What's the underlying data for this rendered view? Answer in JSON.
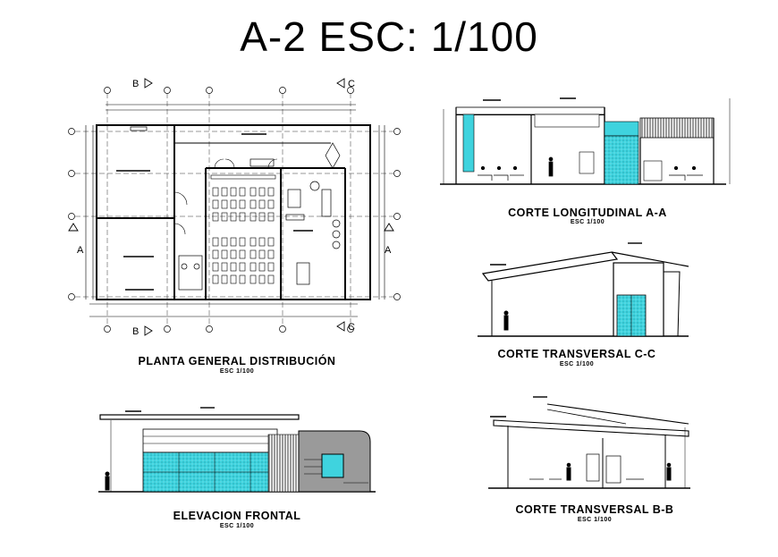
{
  "sheet": {
    "title": "A-2 ESC: 1/100"
  },
  "drawings": {
    "plan": {
      "caption": "PLANTA GENERAL DISTRIBUCIÓN",
      "scale": "ESC 1/100"
    },
    "section_aa": {
      "caption": "CORTE LONGITUDINAL A-A",
      "scale": "ESC 1/100"
    },
    "section_cc": {
      "caption": "CORTE TRANSVERSAL C-C",
      "scale": "ESC 1/100"
    },
    "elevation": {
      "caption": "ELEVACION FRONTAL",
      "scale": "ESC 1/100"
    },
    "section_bb": {
      "caption": "CORTE TRANSVERSAL B-B",
      "scale": "ESC 1/100"
    }
  },
  "section_marks": {
    "a": "A",
    "b": "B",
    "c": "C"
  },
  "colors": {
    "line": "#000000",
    "glass": "#3fd3de",
    "glass_dark": "#0aa9b6",
    "gray": "#9a9a9a"
  }
}
